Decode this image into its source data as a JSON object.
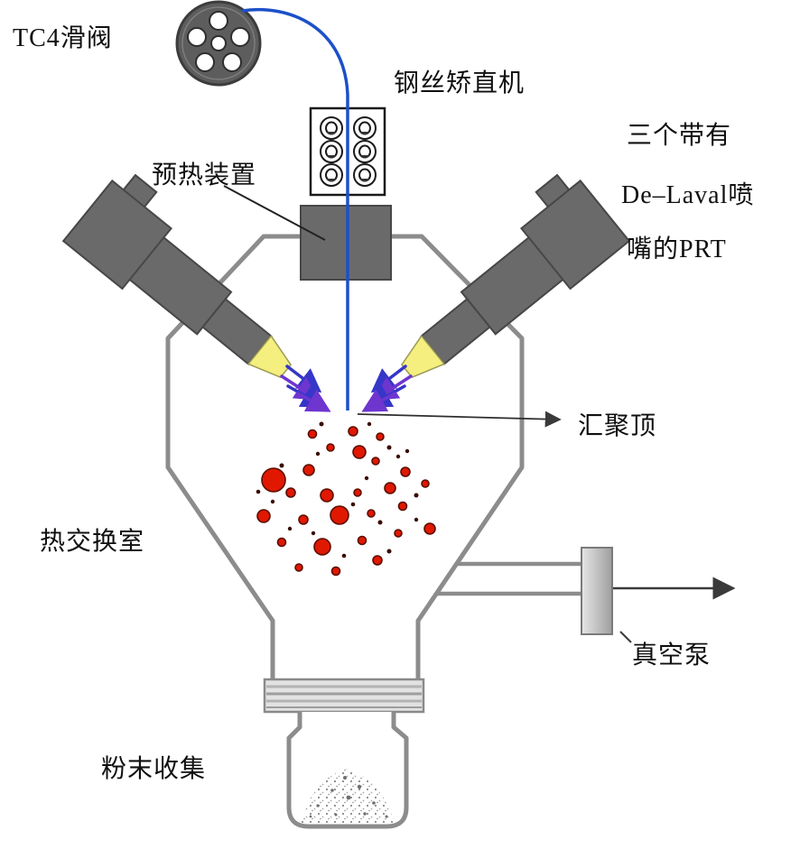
{
  "diagram": {
    "title_context": "wire-fed plasma atomization powder production schematic",
    "labels": {
      "tc4_valve": "TC4滑阀",
      "wire_straightener": "钢丝矫直机",
      "prt_line1": "三个带有",
      "prt_line2": "De–Laval喷",
      "prt_line3": "嘴的PRT",
      "preheater": "预热装置",
      "convergence_point": "汇聚顶",
      "heat_exchange_chamber": "热交换室",
      "vacuum_pump": "真空泵",
      "powder_collection": "粉末收集"
    },
    "colors": {
      "torch_gray": "#6a6a6a",
      "torch_outline": "#474747",
      "chamber_outline": "#8c8c8c",
      "nozzle_yellow": "#f4ef7e",
      "wire_blue": "#1d50c8",
      "spray_blue": "#3636c8",
      "spray_purple": "#6e35cf",
      "droplet_red": "#e01800",
      "droplet_dark": "#3a0a00",
      "flange_gray": "#d9d9d9",
      "port_gray": "#c9c9c9",
      "label_color": "#101010"
    }
  }
}
